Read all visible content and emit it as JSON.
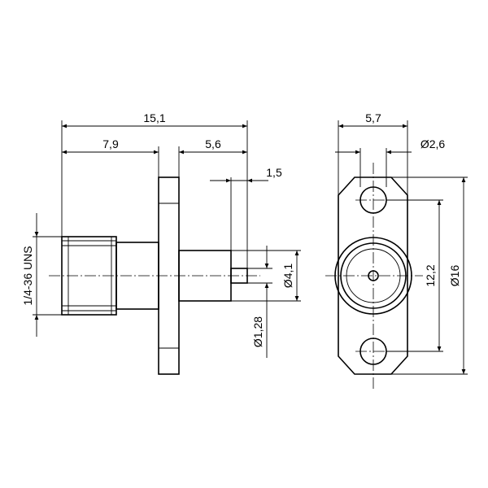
{
  "dimensions": {
    "overall_length": "15,1",
    "body_length": "7,9",
    "rear_length": "5,6",
    "pin_length": "1,5",
    "thread": "1/4-36 UNS",
    "rear_diameter": "Ø4,1",
    "pin_diameter": "Ø1,28",
    "flange_width": "5,7",
    "hole_diameter": "Ø2,6",
    "hole_spacing": "12,2",
    "flange_height": "Ø16"
  }
}
